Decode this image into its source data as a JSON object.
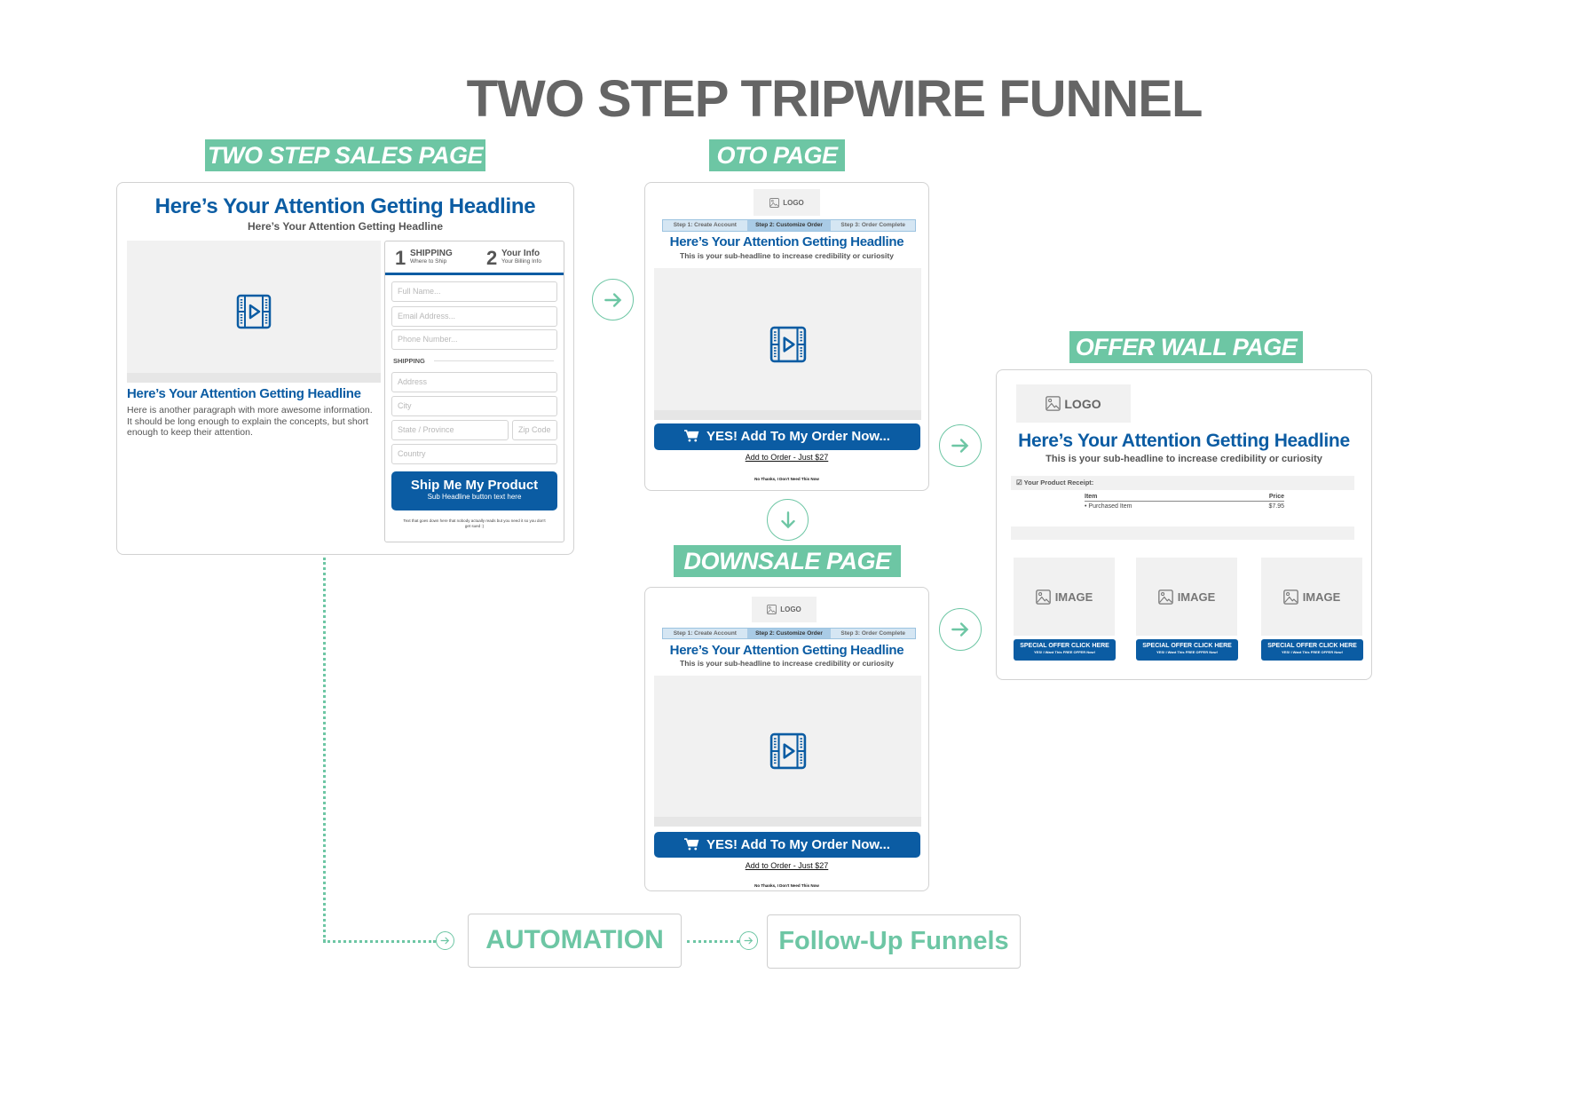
{
  "title": "TWO STEP TRIPWIRE FUNNEL",
  "labels": {
    "sales": "TWO STEP SALES PAGE",
    "oto": "OTO PAGE",
    "downsale": "DOWNSALE PAGE",
    "offerwall": "OFFER WALL PAGE"
  },
  "colors": {
    "accent": "#6dc6a4",
    "brand_blue": "#0b5ca3",
    "title_gray": "#656565"
  },
  "sales": {
    "headline": "Here’s Your Attention Getting Headline",
    "subheadline": "Here’s Your Attention Getting Headline",
    "left_headline": "Here’s Your Attention Getting Headline",
    "paragraph": "Here is another paragraph with more awesome information.  It should be long enough to explain the concepts, but short enough to keep their attention.",
    "form": {
      "step1": {
        "num": "1",
        "title": "SHIPPING",
        "sub": "Where to Ship"
      },
      "step2": {
        "num": "2",
        "title": "Your Info",
        "sub": "Your Billing Info"
      },
      "full_name": "Full Name...",
      "email": "Email Address...",
      "phone": "Phone Number...",
      "shipping_section": "SHIPPING",
      "address": "Address",
      "city": "City",
      "state": "State / Province",
      "zip": "Zip Code",
      "country": "Country",
      "button": "Ship Me My Product",
      "button_sub": "Sub Headline button text here",
      "fine_print": "Text that goes down here that nobody actually reads but you need it so you don't get sued :)"
    }
  },
  "oto": {
    "logo": "LOGO",
    "steps": [
      "Step 1: Create Account",
      "Step 2: Customize Order",
      "Step 3: Order Complete"
    ],
    "headline": "Here’s Your Attention Getting Headline",
    "subheadline": "This is your sub-headline to increase credibility or curiosity",
    "button": "YES! Add To My Order Now...",
    "link": "Add to Order - Just $27",
    "decline": "No Thanks, I Don't Need This Now"
  },
  "downsale": {
    "logo": "LOGO",
    "steps": [
      "Step 1: Create Account",
      "Step 2: Customize Order",
      "Step 3: Order Complete"
    ],
    "headline": "Here’s Your Attention Getting Headline",
    "subheadline": "This is your sub-headline to increase credibility or curiosity",
    "button": "YES! Add To My Order Now...",
    "link": "Add to Order - Just $27",
    "decline": "No Thanks, I Don't Need This Now"
  },
  "offerwall": {
    "logo": "LOGO",
    "headline": "Here’s Your Attention Getting Headline",
    "subheadline": "This is your sub-headline to increase credibility or curiosity",
    "receipt_title": "Your Product Receipt:",
    "col_item": "Item",
    "col_price": "Price",
    "row_item": "Purchased Item",
    "row_price": "$7.95",
    "offers": [
      {
        "image": "IMAGE",
        "button": "SPECIAL OFFER CLICK HERE",
        "sub": "YES! I Want This FREE OFFER Now!"
      },
      {
        "image": "IMAGE",
        "button": "SPECIAL OFFER CLICK HERE",
        "sub": "YES! I Want This FREE OFFER Now!"
      },
      {
        "image": "IMAGE",
        "button": "SPECIAL OFFER CLICK HERE",
        "sub": "YES! I Want This FREE OFFER Now!"
      }
    ]
  },
  "bottom": {
    "automation": "AUTOMATION",
    "followup": "Follow-Up Funnels"
  }
}
